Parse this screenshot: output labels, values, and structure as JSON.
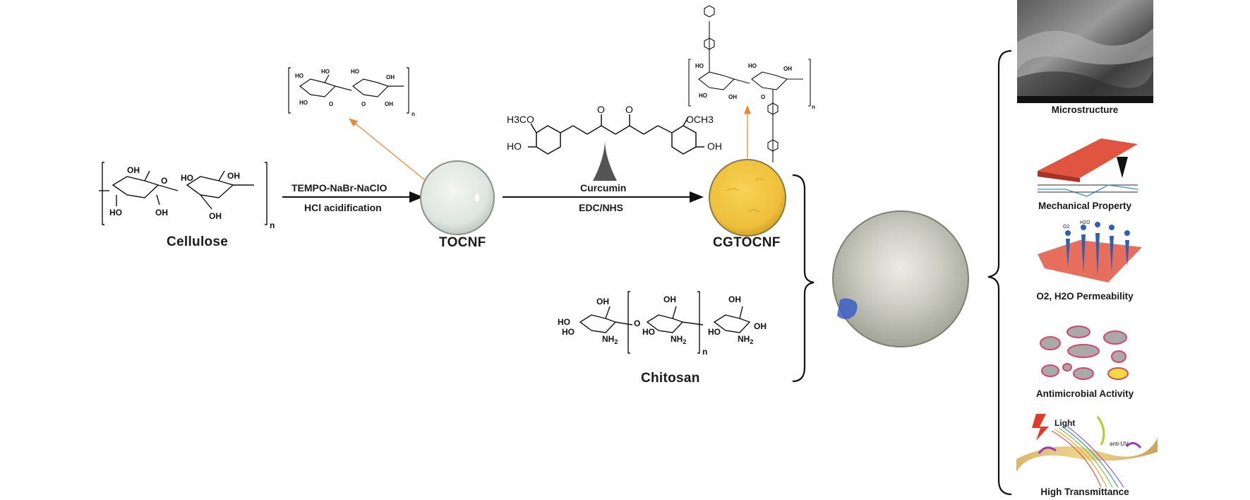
{
  "labels": {
    "cellulose": "Cellulose",
    "tocnf": "TOCNF",
    "cgtocnf": "CGTOCNF",
    "chitosan": "Chitosan"
  },
  "reactions": {
    "step1_top": "TEMPO-NaBr-NaClO",
    "step1_bottom": "HCl acidification",
    "step2_top": "Curcumin",
    "step2_bottom": "EDC/NHS"
  },
  "curcumin": {
    "left_methoxy": "H3CO",
    "right_methoxy": "OCH3",
    "left_hydroxyl": "HO",
    "right_hydroxyl": "OH",
    "carbonyl": "O"
  },
  "properties": [
    "Microstructure",
    "Mechanical Property",
    "O2, H2O Permeability",
    "Antimicrobial Activity",
    "High Transmittance"
  ],
  "inset_labels": {
    "light": "Light",
    "anti_uv": "anti-UV",
    "water": "H2O",
    "oxygen": "O2"
  },
  "colors": {
    "tocnf_disc": "#e3e8e4",
    "cgtocnf_disc": "#f2c744",
    "film_disc": "#cfd0c6",
    "arrow_orange": "#e8893a",
    "film_red": "#e0553f"
  }
}
